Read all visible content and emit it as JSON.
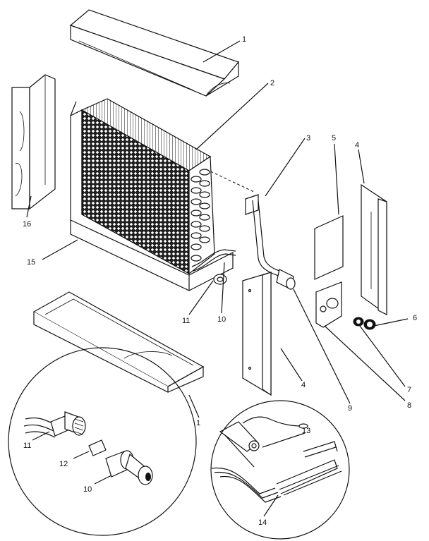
{
  "callouts": {
    "top_cover": "1",
    "coil": "2",
    "tube": "3",
    "side_panel_right": "4",
    "plate": "5",
    "ring_outer": "6",
    "ring_inner": "7",
    "bracket": "8",
    "fitting": "9",
    "valve": "10",
    "hose": "11",
    "coupler": "12",
    "sensor": "13",
    "heater": "14",
    "base_pan": "15",
    "left_panel": "16",
    "side_panel_front": "4",
    "bottom_cover": "1",
    "hose_detail": "11",
    "valve_main": "10"
  },
  "colors": {
    "line": "#111111",
    "background": "#ffffff"
  }
}
